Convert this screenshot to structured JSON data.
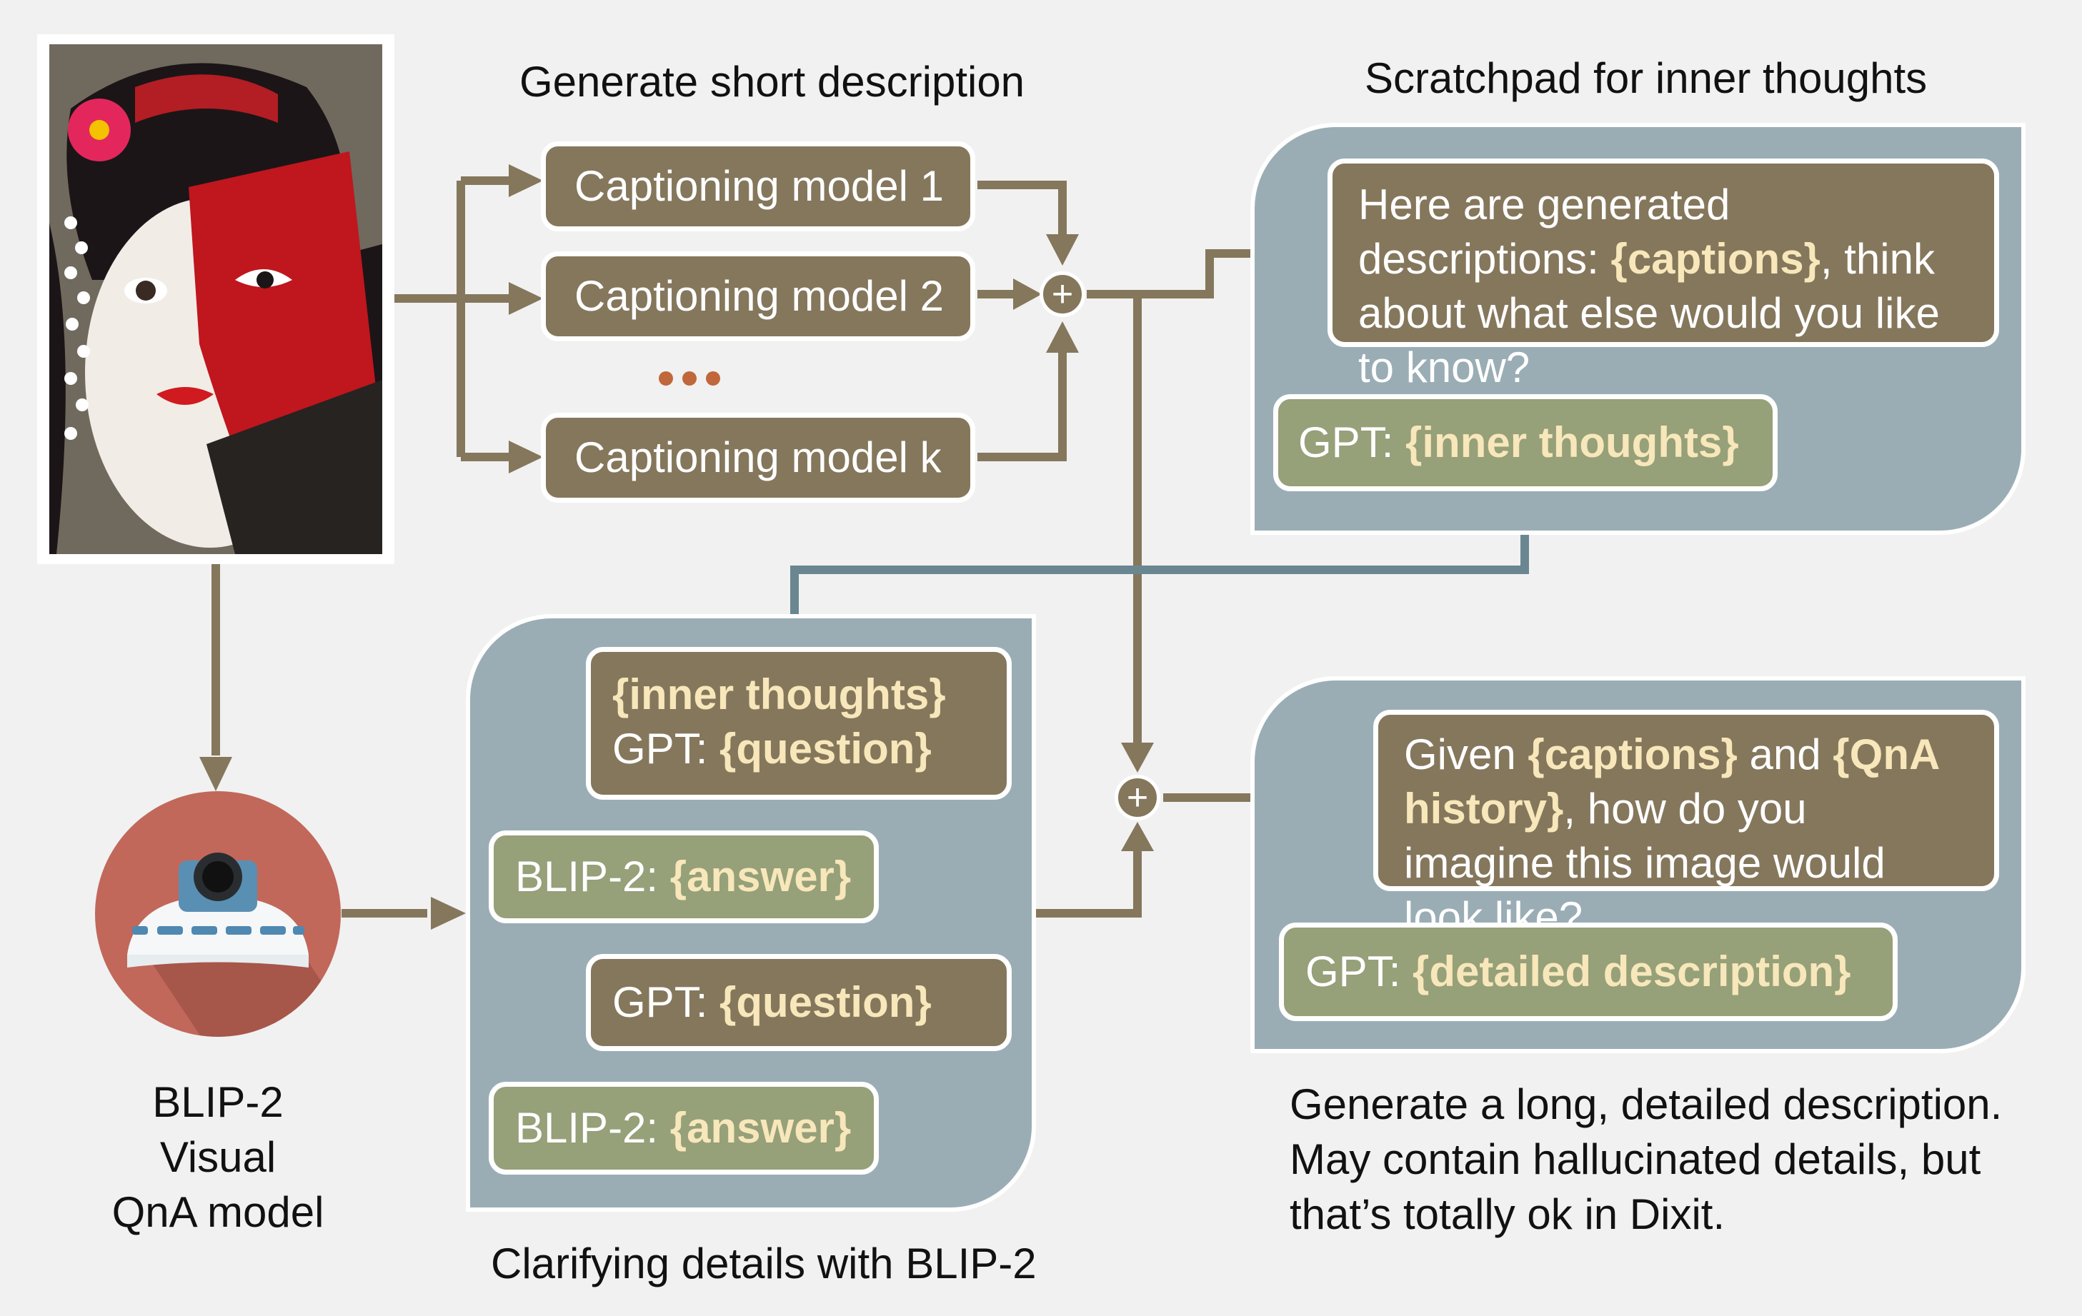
{
  "headings": {
    "short_description": "Generate short description",
    "scratchpad": "Scratchpad for inner thoughts",
    "clarifying": "Clarifying details with BLIP-2"
  },
  "captioning_models": [
    "Captioning model 1",
    "Captioning model 2",
    "Captioning model k"
  ],
  "ellipsis": "...",
  "plus_symbol": "+",
  "scratchpad_prompt": {
    "part1": "Here are generated descriptions: ",
    "captions_token": "{captions}",
    "part2": ", think about what else would you like to know?"
  },
  "gpt_inner_thoughts": {
    "prefix": "GPT: ",
    "token": "{inner thoughts}"
  },
  "qa_question_box": {
    "line1_token": "{inner thoughts}",
    "line2_prefix": "GPT: ",
    "line2_token": "{question}"
  },
  "blip_answer_1": {
    "prefix": "BLIP-2: ",
    "token": "{answer}"
  },
  "gpt_question_2": {
    "prefix": "GPT: ",
    "token": "{question}"
  },
  "blip_answer_2": {
    "prefix": "BLIP-2: ",
    "token": "{answer}"
  },
  "final_prompt": {
    "part1": "Given ",
    "captions_token": "{captions}",
    "part2": " and ",
    "qna_token": "{QnA history}",
    "part3": ", how do you imagine this image would look like?"
  },
  "gpt_detailed": {
    "prefix": "GPT: ",
    "token": "{detailed description}"
  },
  "blip_model_label": {
    "line1": "BLIP-2 Visual",
    "line2": "QnA model"
  },
  "long_description_note": {
    "line1": "Generate a long, detailed description.",
    "line2": "May contain hallucinated details, but",
    "line3": "that’s totally ok in Dixit."
  },
  "colors": {
    "background": "#f1f1f1",
    "brown_box": "#85775c",
    "green_box": "#96a079",
    "panel": "#9aadb5",
    "arrow": "#85775c",
    "teal_arrow": "#6a8791",
    "highlight": "#f7e7ba",
    "dots": "#c0683b"
  },
  "icons": {
    "input_image": "painted-geisha-with-red-fan-image",
    "blip_model": "robot-droid-icon"
  }
}
